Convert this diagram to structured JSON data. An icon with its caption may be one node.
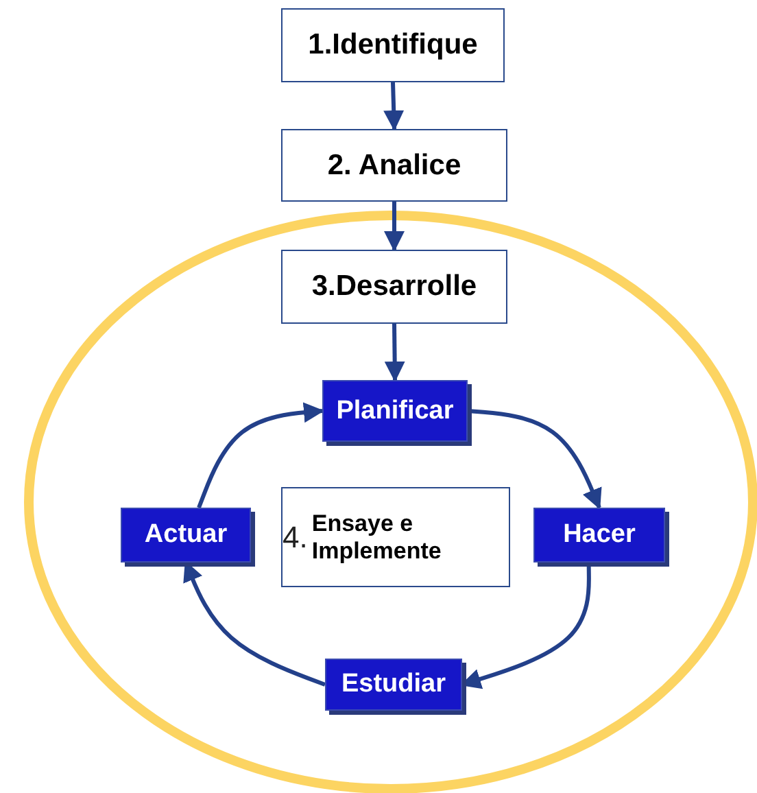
{
  "diagram": {
    "nodes": [
      {
        "text": [
          "1.Identifique"
        ]
      },
      {
        "text": [
          "2. Analice"
        ]
      },
      {
        "text": [
          "3.Desarrolle"
        ]
      },
      {
        "text": [
          "Planificar"
        ]
      },
      {
        "text": [
          "Actuar"
        ]
      },
      {
        "text": [
          "4.",
          "Ensaye e Implemente"
        ]
      },
      {
        "text": [
          "Hacer"
        ]
      },
      {
        "text": [
          "Estudiar"
        ]
      }
    ],
    "edges": [
      {
        "from": 0,
        "to": 1,
        "arrow": "to"
      },
      {
        "from": 1,
        "to": 2,
        "arrow": "to"
      },
      {
        "from": 2,
        "to": 3,
        "arrow": "to"
      },
      {
        "from": 3,
        "to": 6,
        "arrow": "to"
      },
      {
        "from": 6,
        "to": 7,
        "arrow": "to"
      },
      {
        "from": 7,
        "to": 4,
        "arrow": "to"
      },
      {
        "from": 4,
        "to": 3,
        "arrow": "to"
      }
    ]
  }
}
